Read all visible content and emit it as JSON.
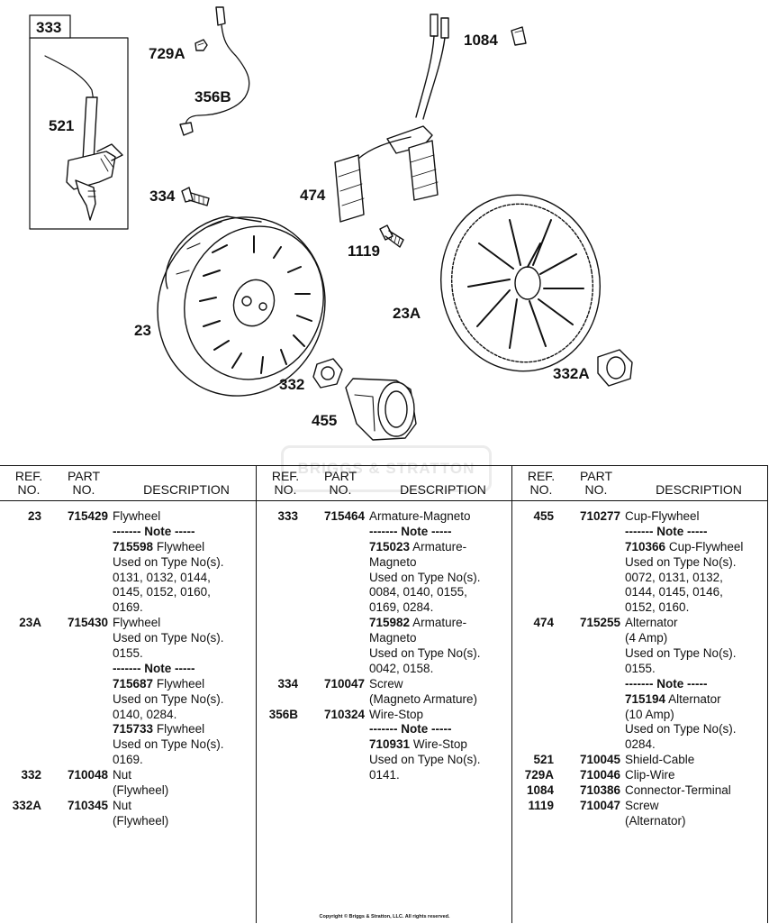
{
  "callouts": {
    "c333": "333",
    "c521": "521",
    "c729A": "729A",
    "c356B": "356B",
    "c1084": "1084",
    "c334": "334",
    "c474": "474",
    "c1119": "1119",
    "c23": "23",
    "c23A": "23A",
    "c332": "332",
    "c332A": "332A",
    "c455": "455"
  },
  "watermark": "BRIGGS & STRATTON",
  "headers": {
    "ref": "REF.",
    "ref_no": "NO.",
    "part": "PART",
    "part_no": "NO.",
    "desc": "DESCRIPTION"
  },
  "columns": [
    [
      {
        "ref": "23",
        "part": "715429",
        "desc": "Flywheel"
      },
      {
        "desc": "------- Note -----",
        "note": true
      },
      {
        "descpart": "715598",
        "desc": "Flywheel"
      },
      {
        "desc": "Used on Type No(s)."
      },
      {
        "desc": "0131, 0132, 0144,"
      },
      {
        "desc": "0145, 0152, 0160,"
      },
      {
        "desc": "0169."
      },
      {
        "ref": "23A",
        "part": "715430",
        "desc": "Flywheel"
      },
      {
        "desc": "Used on Type No(s)."
      },
      {
        "desc": "0155."
      },
      {
        "desc": "------- Note -----",
        "note": true
      },
      {
        "descpart": "715687",
        "desc": "Flywheel"
      },
      {
        "desc": "Used on Type No(s)."
      },
      {
        "desc": "0140, 0284."
      },
      {
        "descpart": "715733",
        "desc": "Flywheel"
      },
      {
        "desc": "Used on Type No(s)."
      },
      {
        "desc": "0169."
      },
      {
        "ref": "332",
        "part": "710048",
        "desc": "Nut"
      },
      {
        "desc": "(Flywheel)"
      },
      {
        "ref": "332A",
        "part": "710345",
        "desc": "Nut"
      },
      {
        "desc": "(Flywheel)"
      }
    ],
    [
      {
        "ref": "333",
        "part": "715464",
        "desc": "Armature-Magneto"
      },
      {
        "desc": "------- Note -----",
        "note": true
      },
      {
        "descpart": "715023",
        "desc": "Armature-"
      },
      {
        "desc": "Magneto"
      },
      {
        "desc": "Used on Type No(s)."
      },
      {
        "desc": "0084, 0140, 0155,"
      },
      {
        "desc": "0169, 0284."
      },
      {
        "descpart": "715982",
        "desc": "Armature-"
      },
      {
        "desc": "Magneto"
      },
      {
        "desc": "Used on Type No(s)."
      },
      {
        "desc": "0042, 0158."
      },
      {
        "ref": "334",
        "part": "710047",
        "desc": "Screw"
      },
      {
        "desc": "(Magneto Armature)"
      },
      {
        "ref": "356B",
        "part": "710324",
        "desc": "Wire-Stop"
      },
      {
        "desc": "------- Note -----",
        "note": true
      },
      {
        "descpart": "710931",
        "desc": "Wire-Stop"
      },
      {
        "desc": "Used on Type No(s)."
      },
      {
        "desc": "0141."
      }
    ],
    [
      {
        "ref": "455",
        "part": "710277",
        "desc": "Cup-Flywheel"
      },
      {
        "desc": "------- Note -----",
        "note": true
      },
      {
        "descpart": "710366",
        "desc": "Cup-Flywheel"
      },
      {
        "desc": "Used on Type No(s)."
      },
      {
        "desc": "0072, 0131, 0132,"
      },
      {
        "desc": "0144, 0145, 0146,"
      },
      {
        "desc": "0152, 0160."
      },
      {
        "ref": "474",
        "part": "715255",
        "desc": "Alternator"
      },
      {
        "desc": "(4 Amp)"
      },
      {
        "desc": "Used on Type No(s)."
      },
      {
        "desc": "0155."
      },
      {
        "desc": "------- Note -----",
        "note": true
      },
      {
        "descpart": "715194",
        "desc": "Alternator"
      },
      {
        "desc": "(10 Amp)"
      },
      {
        "desc": "Used on Type No(s)."
      },
      {
        "desc": "0284."
      },
      {
        "ref": "521",
        "part": "710045",
        "desc": "Shield-Cable"
      },
      {
        "ref": "729A",
        "part": "710046",
        "desc": "Clip-Wire"
      },
      {
        "ref": "1084",
        "part": "710386",
        "desc": "Connector-Terminal"
      },
      {
        "ref": "1119",
        "part": "710047",
        "desc": "Screw"
      },
      {
        "desc": "(Alternator)"
      }
    ]
  ],
  "copyright": "Copyright © Briggs & Stratton, LLC. All rights reserved."
}
